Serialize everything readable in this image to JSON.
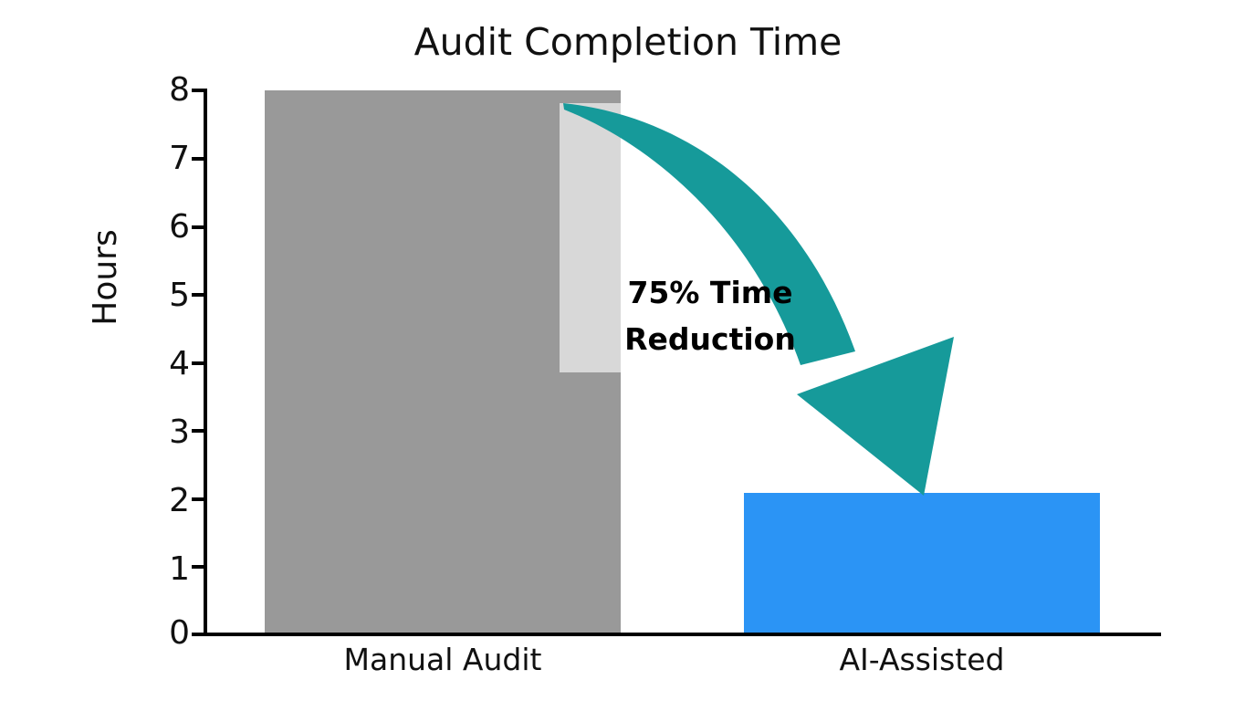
{
  "chart_data": {
    "type": "bar",
    "title": "Audit Completion Time",
    "xlabel": "",
    "ylabel": "Hours",
    "categories": [
      "Manual Audit",
      "AI-Assisted"
    ],
    "values": [
      8,
      2
    ],
    "ylim": [
      0,
      8
    ],
    "yticks": [
      0,
      1,
      2,
      3,
      4,
      5,
      6,
      7,
      8
    ],
    "ytick_labels": [
      "0",
      "1",
      "2",
      "3",
      "4",
      "5",
      "6",
      "7",
      "8"
    ],
    "grid": false,
    "legend": false,
    "bar_colors": [
      "#999999",
      "#2b94f5"
    ],
    "annotations": [
      {
        "name": "time-reduction-callout",
        "line1": "75% Time",
        "line2": "Reduction",
        "text": "75% Time Reduction",
        "color": "#000000"
      }
    ],
    "arrow": {
      "name": "reduction-arrow",
      "color": "#169a9a",
      "from_category": "Manual Audit",
      "from_value": 8,
      "to_category": "AI-Assisted",
      "to_value": 2
    },
    "highlight_patch": {
      "name": "savings-highlight",
      "color": "#d8d8d8",
      "from_value": 3.85,
      "to_value": 8
    }
  },
  "colors": {
    "manual_bar": "#999999",
    "ai_bar": "#2b94f5",
    "arrow_teal": "#169a9a",
    "highlight_gray": "#d8d8d8",
    "axis": "#000000",
    "text": "#111111",
    "background": "#ffffff"
  }
}
